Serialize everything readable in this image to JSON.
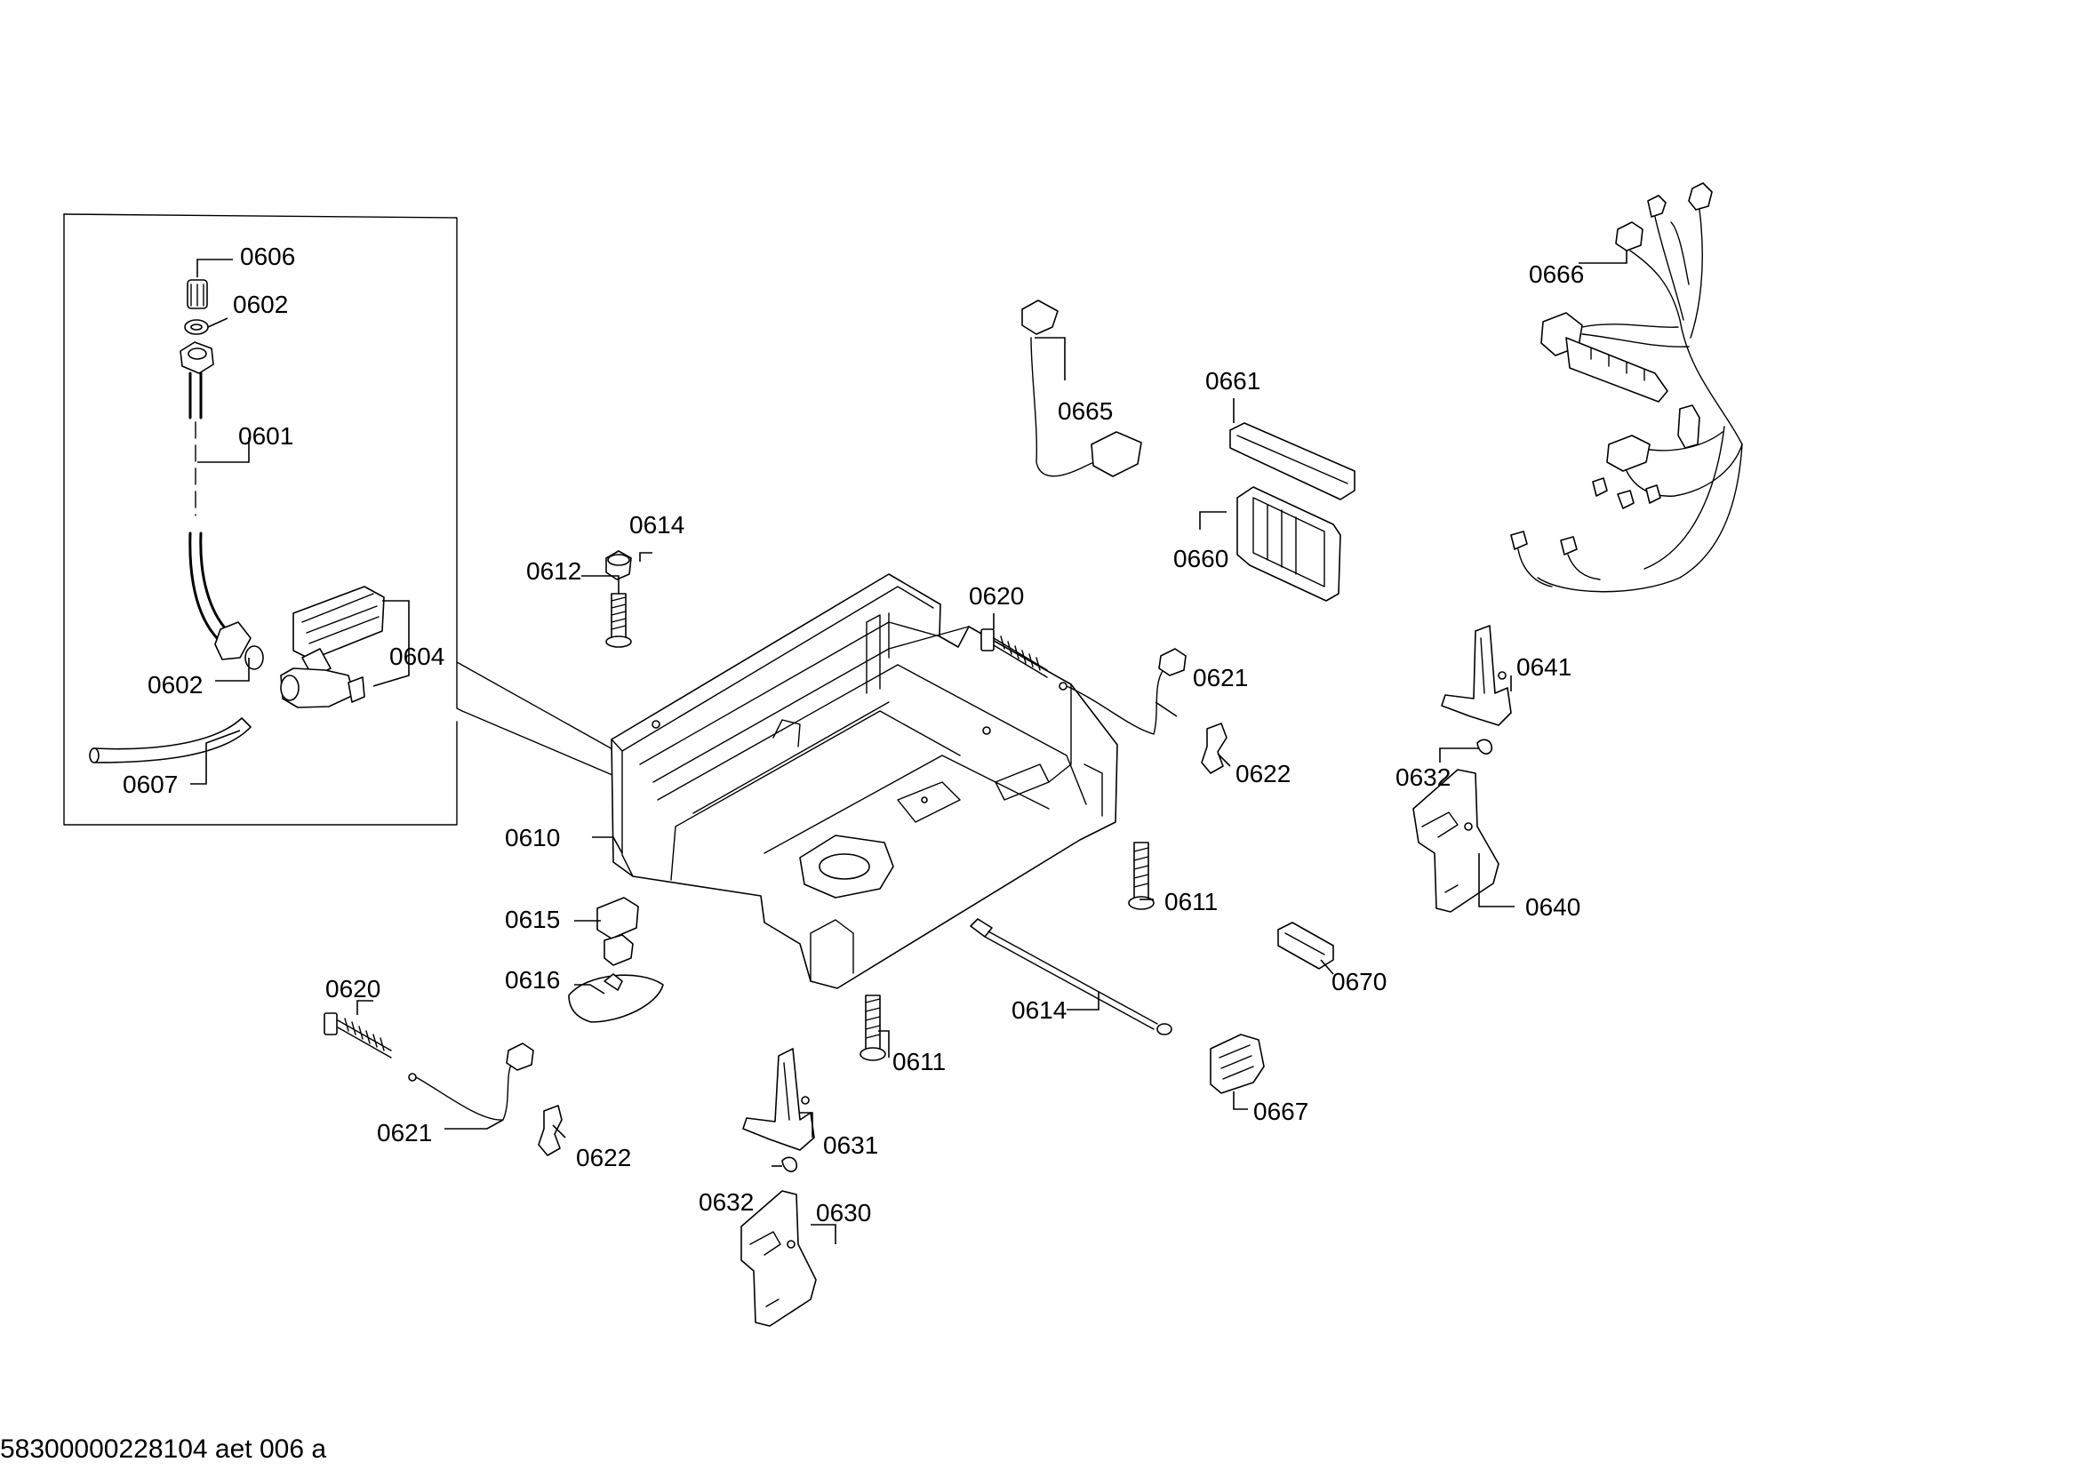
{
  "labels": {
    "p0606": "0606",
    "p0602a": "0602",
    "p0601": "0601",
    "p0602b": "0602",
    "p0604": "0604",
    "p0607": "0607",
    "p0612": "0612",
    "p0614a": "0614",
    "p0610": "0610",
    "p0615": "0615",
    "p0616": "0616",
    "p0620a": "0620",
    "p0621a": "0621",
    "p0622a": "0622",
    "p0611a": "0611",
    "p0631": "0631",
    "p0632a": "0632",
    "p0630": "0630",
    "p0620b": "0620",
    "p0621b": "0621",
    "p0622b": "0622",
    "p0611b": "0611",
    "p0614b": "0614",
    "p0665": "0665",
    "p0661": "0661",
    "p0660": "0660",
    "p0666": "0666",
    "p0641": "0641",
    "p0632b": "0632",
    "p0640": "0640",
    "p0670": "0670",
    "p0667": "0667"
  },
  "document_code": "58300000228104 aet 006 a"
}
